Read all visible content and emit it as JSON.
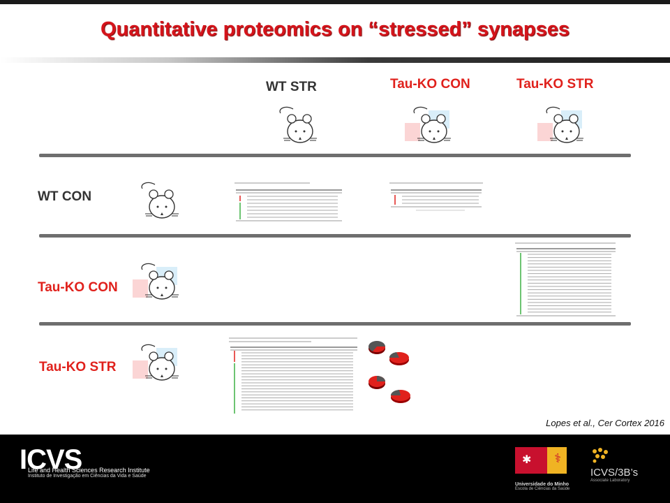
{
  "title": "Quantitative proteomics on “stressed” synapses",
  "columns": {
    "wt_str": "WT STR",
    "tauko_con": "Tau-KO CON",
    "tauko_str": "Tau-KO STR"
  },
  "rows": {
    "wt_con": "WT CON",
    "tauko_con": "Tau-KO CON",
    "tauko_str": "Tau-KO STR"
  },
  "citation": "Lopes et al., Cer Cortex 2016",
  "footer": {
    "icvs_logo": "ICVS",
    "icvs_sub1": "Life and Health Sciences Research Institute",
    "icvs_sub2": "Instituto de Investigação em Ciências da Vida e Saúde",
    "uminho_name": "Universidade do Minho",
    "uminho_school": "Escola de Ciências da Saúde",
    "partner_logo": "ICVS/3B’s",
    "partner_sub": "Associate Laboratory"
  },
  "colors": {
    "title_red": "#d5141b",
    "label_red": "#e0211c",
    "label_black": "#333333",
    "separator": "#6e6e6e",
    "footer": "#000000"
  }
}
